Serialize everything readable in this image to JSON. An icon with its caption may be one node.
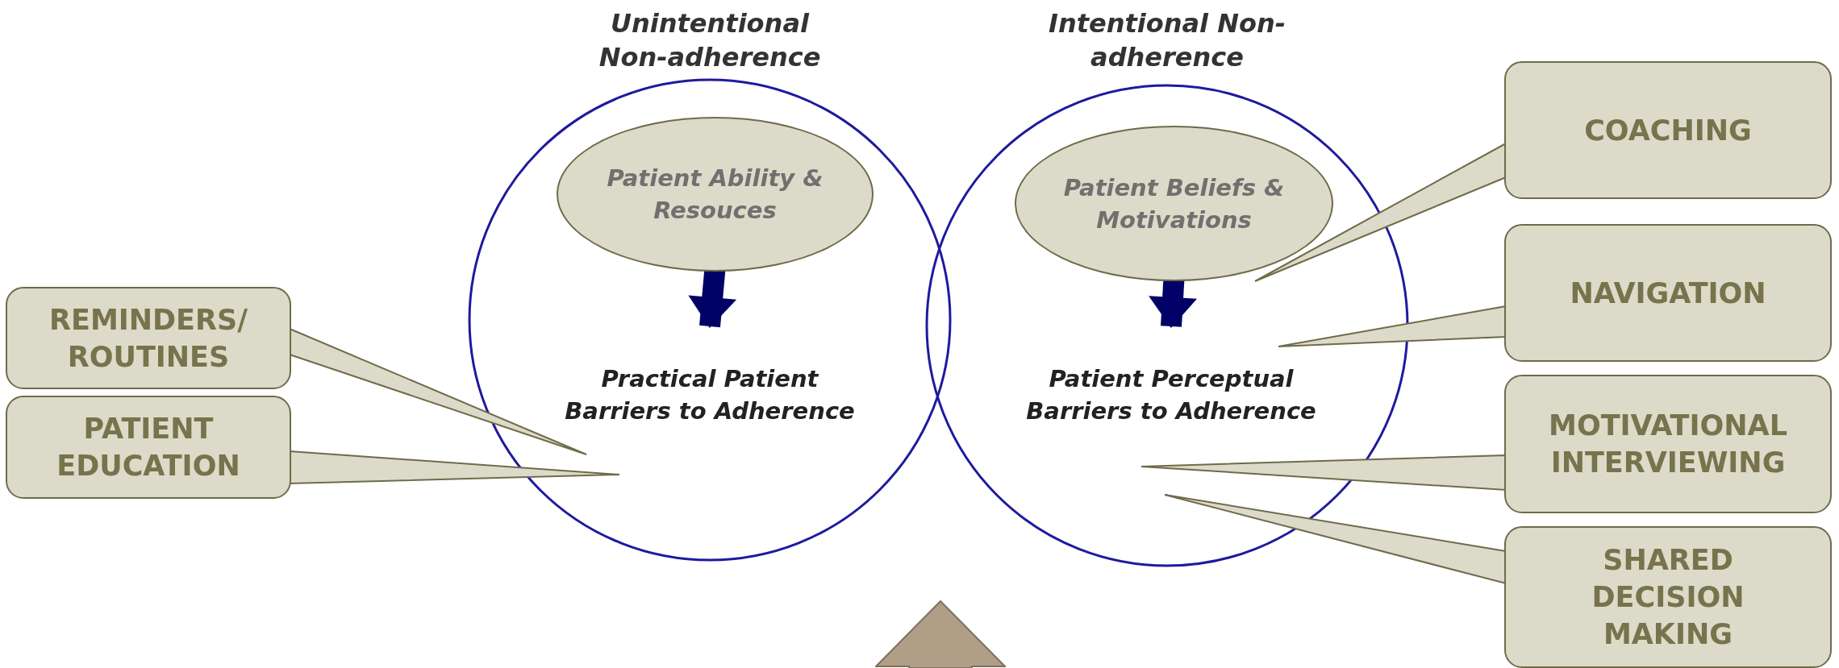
{
  "diagram": {
    "nodes": [
      {
        "text": [
          "Unintentional Non-adherence"
        ]
      },
      {
        "text": [
          "Patient Ability & Resouces"
        ],
        "in": 0
      },
      {
        "text": [
          "Practical Patient Barriers to Adherence"
        ],
        "in": 0
      },
      {
        "text": [
          "Intentional Non-adherence"
        ]
      },
      {
        "text": [
          "Patient Beliefs & Motivations"
        ],
        "in": 3
      },
      {
        "text": [
          "Patient Perceptual Barriers to Adherence"
        ],
        "in": 3
      },
      {
        "text": [
          "REMINDERS/ ROUTINES"
        ]
      },
      {
        "text": [
          "PATIENT EDUCATION"
        ]
      },
      {
        "text": [
          "COACHING"
        ]
      },
      {
        "text": [
          "NAVIGATION"
        ]
      },
      {
        "text": [
          "MOTIVATIONAL INTERVIEWING"
        ]
      },
      {
        "text": [
          "SHARED DECISION MAKING"
        ]
      },
      {
        "text": [],
        "shape": "arrow"
      }
    ],
    "edges": [
      {
        "from": 1,
        "to": 2,
        "arrow": "to",
        "color": "#000066"
      },
      {
        "from": 4,
        "to": 5,
        "arrow": "to",
        "color": "#000066"
      },
      {
        "from": 6,
        "to": 0,
        "arrow": "none"
      },
      {
        "from": 7,
        "to": 0,
        "arrow": "none"
      },
      {
        "from": 8,
        "to": 3,
        "arrow": "none"
      },
      {
        "from": 9,
        "to": 3,
        "arrow": "none"
      },
      {
        "from": 10,
        "to": 3,
        "arrow": "none"
      },
      {
        "from": 11,
        "to": 3,
        "arrow": "none"
      }
    ]
  }
}
